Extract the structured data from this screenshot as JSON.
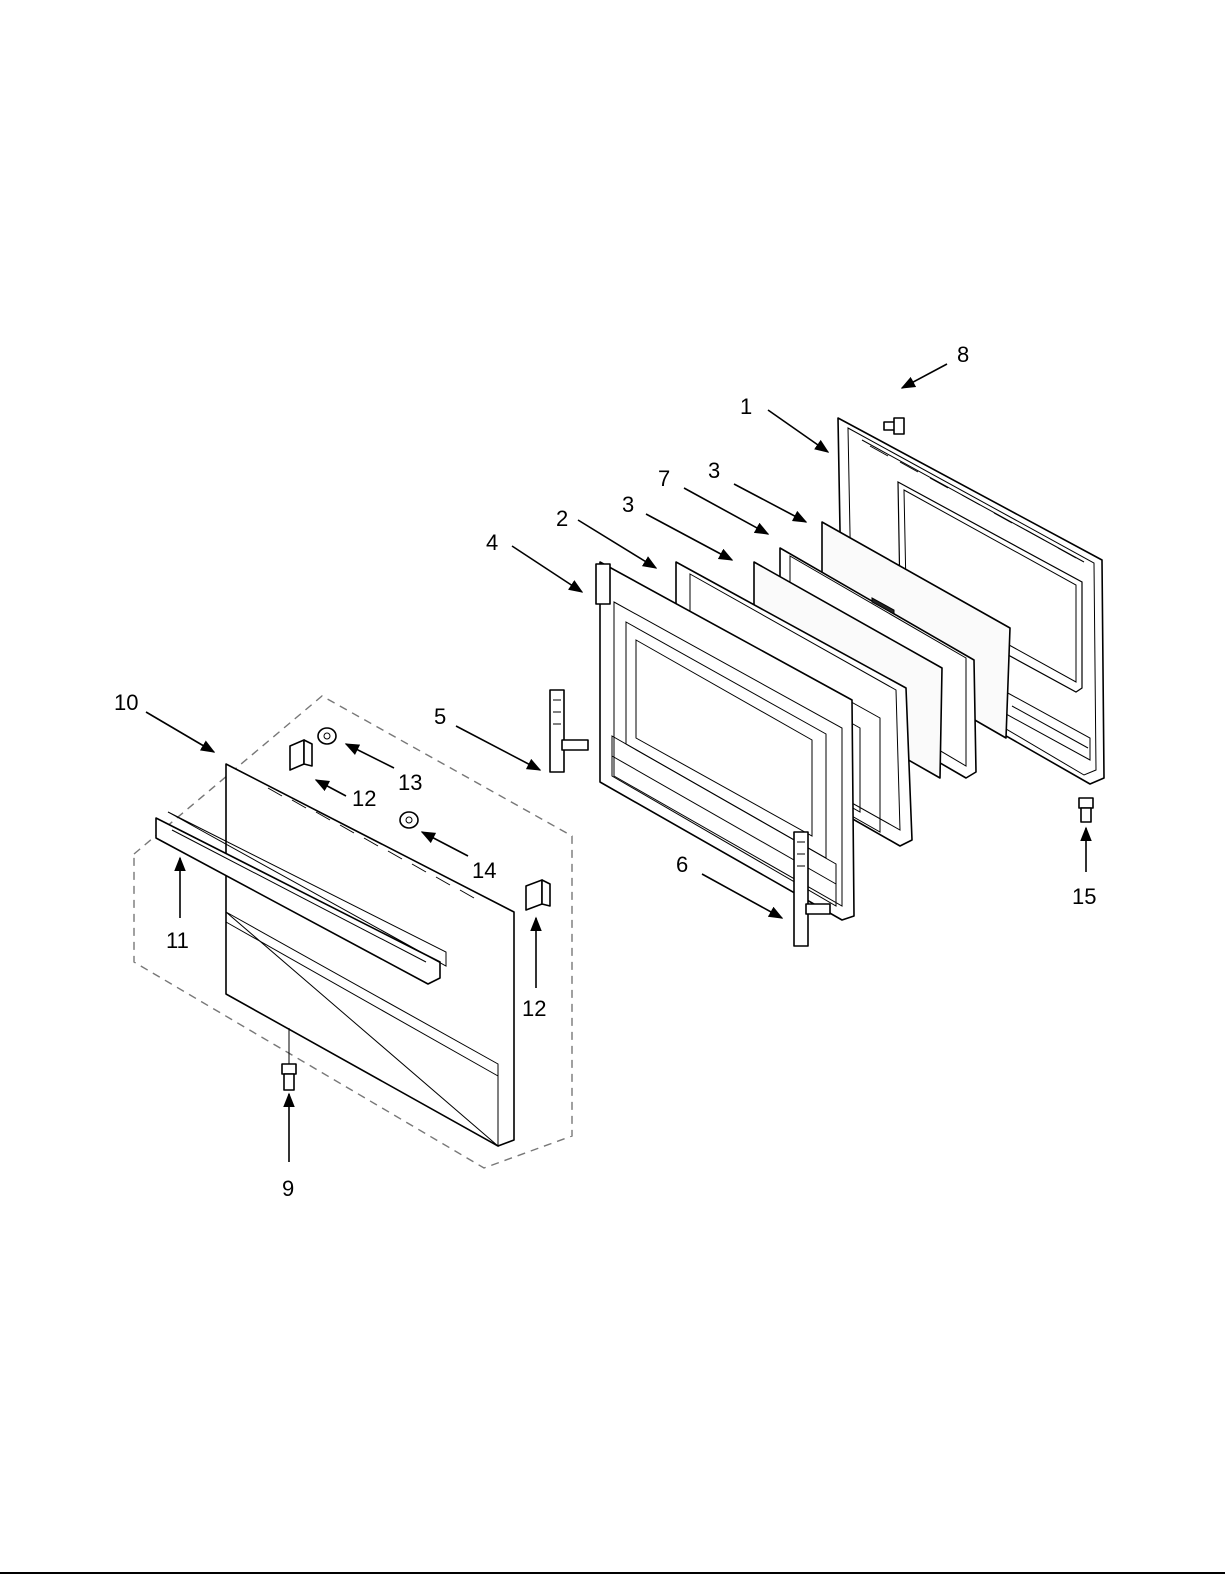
{
  "diagram": {
    "type": "exploded-parts-view",
    "callouts": [
      {
        "id": "c1",
        "label": "1"
      },
      {
        "id": "c2",
        "label": "2"
      },
      {
        "id": "c3a",
        "label": "3"
      },
      {
        "id": "c3b",
        "label": "3"
      },
      {
        "id": "c4",
        "label": "4"
      },
      {
        "id": "c5",
        "label": "5"
      },
      {
        "id": "c6",
        "label": "6"
      },
      {
        "id": "c7",
        "label": "7"
      },
      {
        "id": "c8",
        "label": "8"
      },
      {
        "id": "c9",
        "label": "9"
      },
      {
        "id": "c10",
        "label": "10"
      },
      {
        "id": "c11",
        "label": "11"
      },
      {
        "id": "c12a",
        "label": "12"
      },
      {
        "id": "c12b",
        "label": "12"
      },
      {
        "id": "c13",
        "label": "13"
      },
      {
        "id": "c14",
        "label": "14"
      },
      {
        "id": "c15",
        "label": "15"
      }
    ]
  }
}
